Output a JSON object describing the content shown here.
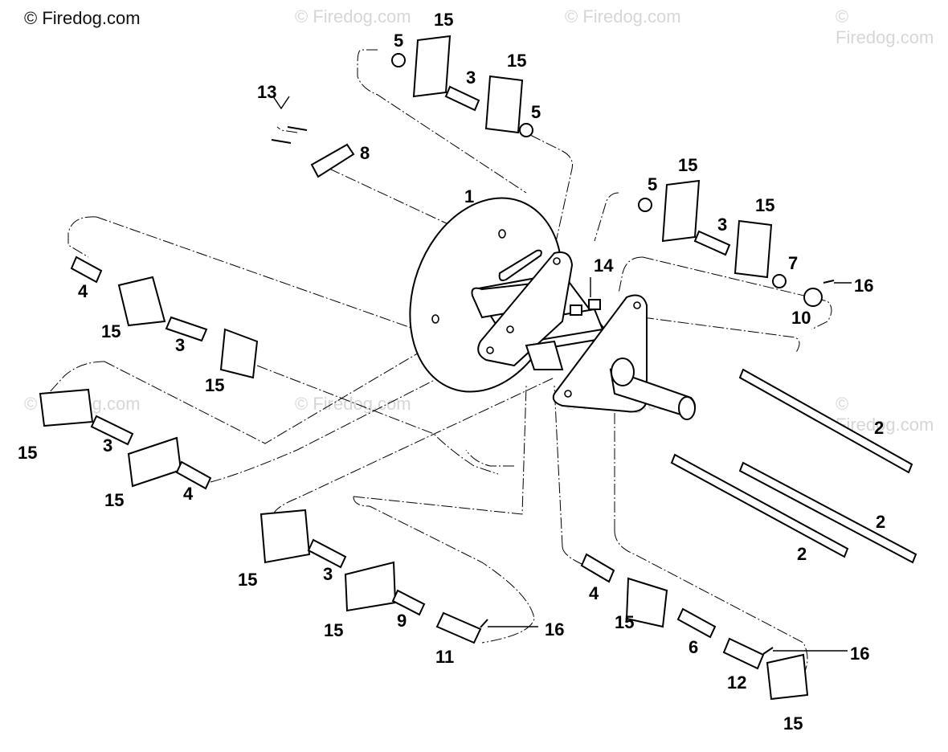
{
  "watermarks": {
    "main": "© Firedog.com",
    "repeat": "© Firedog.com"
  },
  "callouts": {
    "c1": "1",
    "c2a": "2",
    "c2b": "2",
    "c2c": "2",
    "c3a": "3",
    "c3b": "3",
    "c3c": "3",
    "c3d": "3",
    "c3e": "3",
    "c4a": "4",
    "c4b": "4",
    "c4c": "4",
    "c5a": "5",
    "c5b": "5",
    "c5c": "5",
    "c6": "6",
    "c7": "7",
    "c8": "8",
    "c9": "9",
    "c10": "10",
    "c11": "11",
    "c12": "12",
    "c13": "13",
    "c14": "14",
    "c15a": "15",
    "c15b": "15",
    "c15c": "15",
    "c15d": "15",
    "c15e": "15",
    "c15f": "15",
    "c15g": "15",
    "c15h": "15",
    "c15i": "15",
    "c15j": "15",
    "c15k": "15",
    "c15l": "15",
    "c16a": "16",
    "c16b": "16",
    "c16c": "16"
  },
  "colors": {
    "line": "#000000",
    "watermark_faint": "#d6d6d6",
    "background": "#ffffff"
  }
}
